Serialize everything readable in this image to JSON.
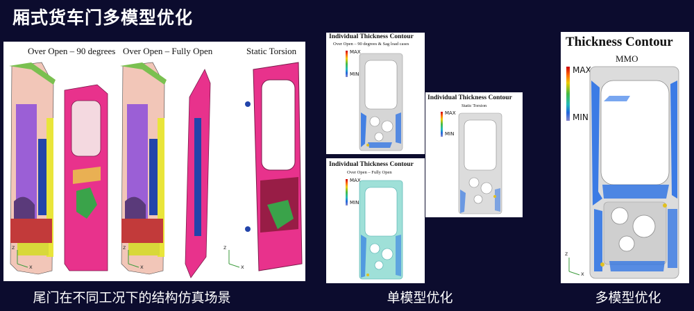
{
  "title": "厢式货车门多模型优化",
  "colors": {
    "background": "#0c0c2e",
    "magenta": "#e8328c",
    "gray_door": "#d4d4d4",
    "blue_thickness": "#1e6ae6"
  },
  "panel_simulation": {
    "labels": [
      "Over Open – 90 degrees",
      "Over Open – Fully Open",
      "Static Torsion"
    ],
    "caption": "尾门在不同工况下的结构仿真场景"
  },
  "panel_single": {
    "contour1": {
      "title": "Individual Thickness Contour",
      "subtitle": "Over Open – 90 degrees & Sag load cases",
      "max": "MAX",
      "min": "MIN"
    },
    "contour2": {
      "title": "Individual Thickness Contour",
      "subtitle": "Static Torsion",
      "max": "MAX",
      "min": "MIN"
    },
    "contour3": {
      "title": "Individual Thickness Contour",
      "subtitle": "Over Open – Fully Open",
      "max": "MAX",
      "min": "MIN"
    },
    "caption": "单模型优化"
  },
  "panel_multi": {
    "title": "Thickness Contour",
    "subtitle": "MMO",
    "max": "MAX",
    "min": "MIN",
    "caption": "多模型优化"
  },
  "axis": {
    "z": "z",
    "x": "x"
  }
}
